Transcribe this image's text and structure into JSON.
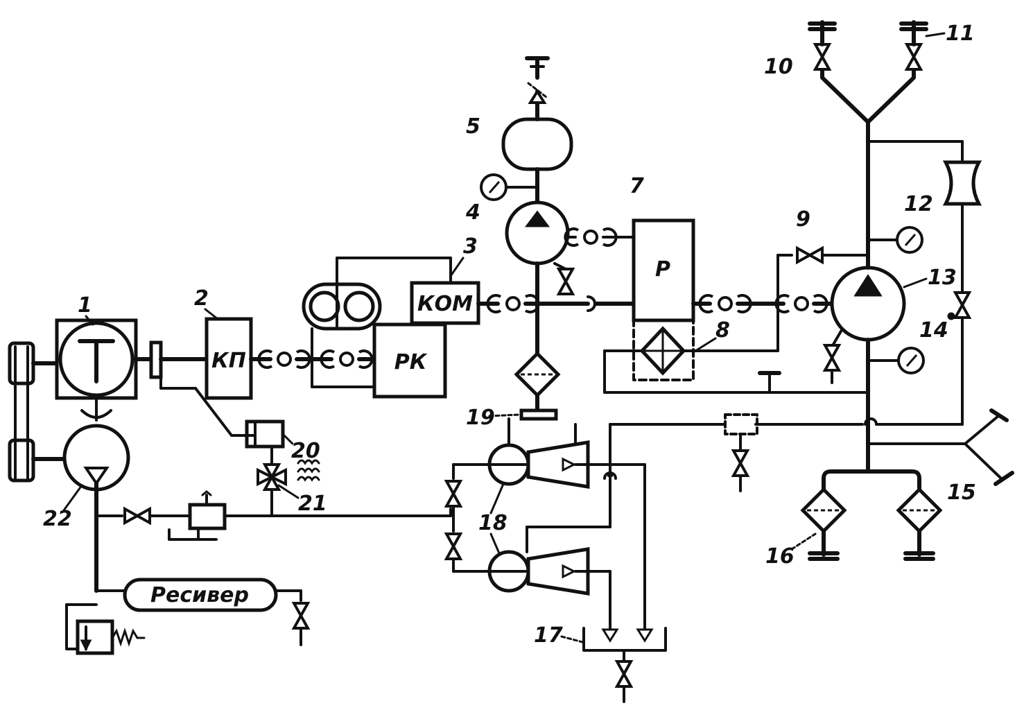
{
  "labels": {
    "kp": "КП",
    "kom": "КОМ",
    "rk": "РК",
    "p": "Р",
    "receiver": "Ресивер"
  },
  "numbers": {
    "n1": "1",
    "n2": "2",
    "n3": "3",
    "n4": "4",
    "n5": "5",
    "n7": "7",
    "n8": "8",
    "n9": "9",
    "n10": "10",
    "n11": "11",
    "n12": "12",
    "n13": "13",
    "n14": "14",
    "n15": "15",
    "n16": "16",
    "n17": "17",
    "n18": "18",
    "n19": "19",
    "n20": "20",
    "n21": "21",
    "n22": "22"
  }
}
